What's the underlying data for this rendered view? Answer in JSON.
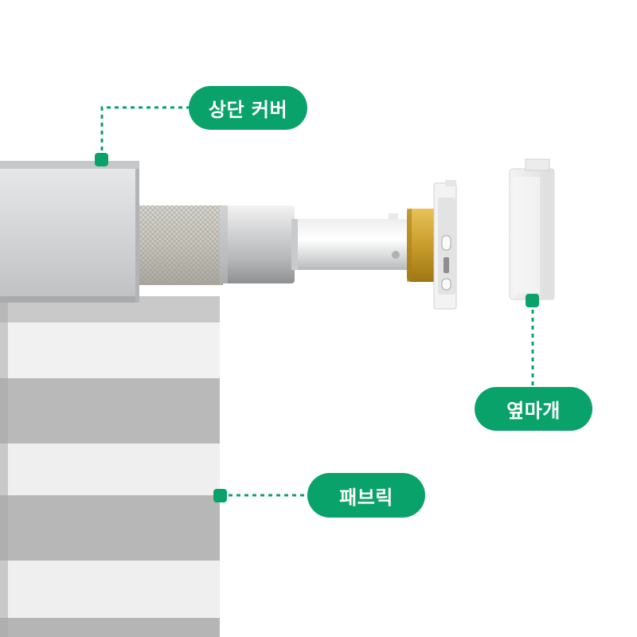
{
  "labels": {
    "top_cover": "상단 커버",
    "side_cap": "옆마개",
    "fabric": "패브릭"
  },
  "colors": {
    "accent_green": "#0aa26b",
    "cover_gray": "#d4d5d7",
    "brass": "#c99d2b"
  }
}
